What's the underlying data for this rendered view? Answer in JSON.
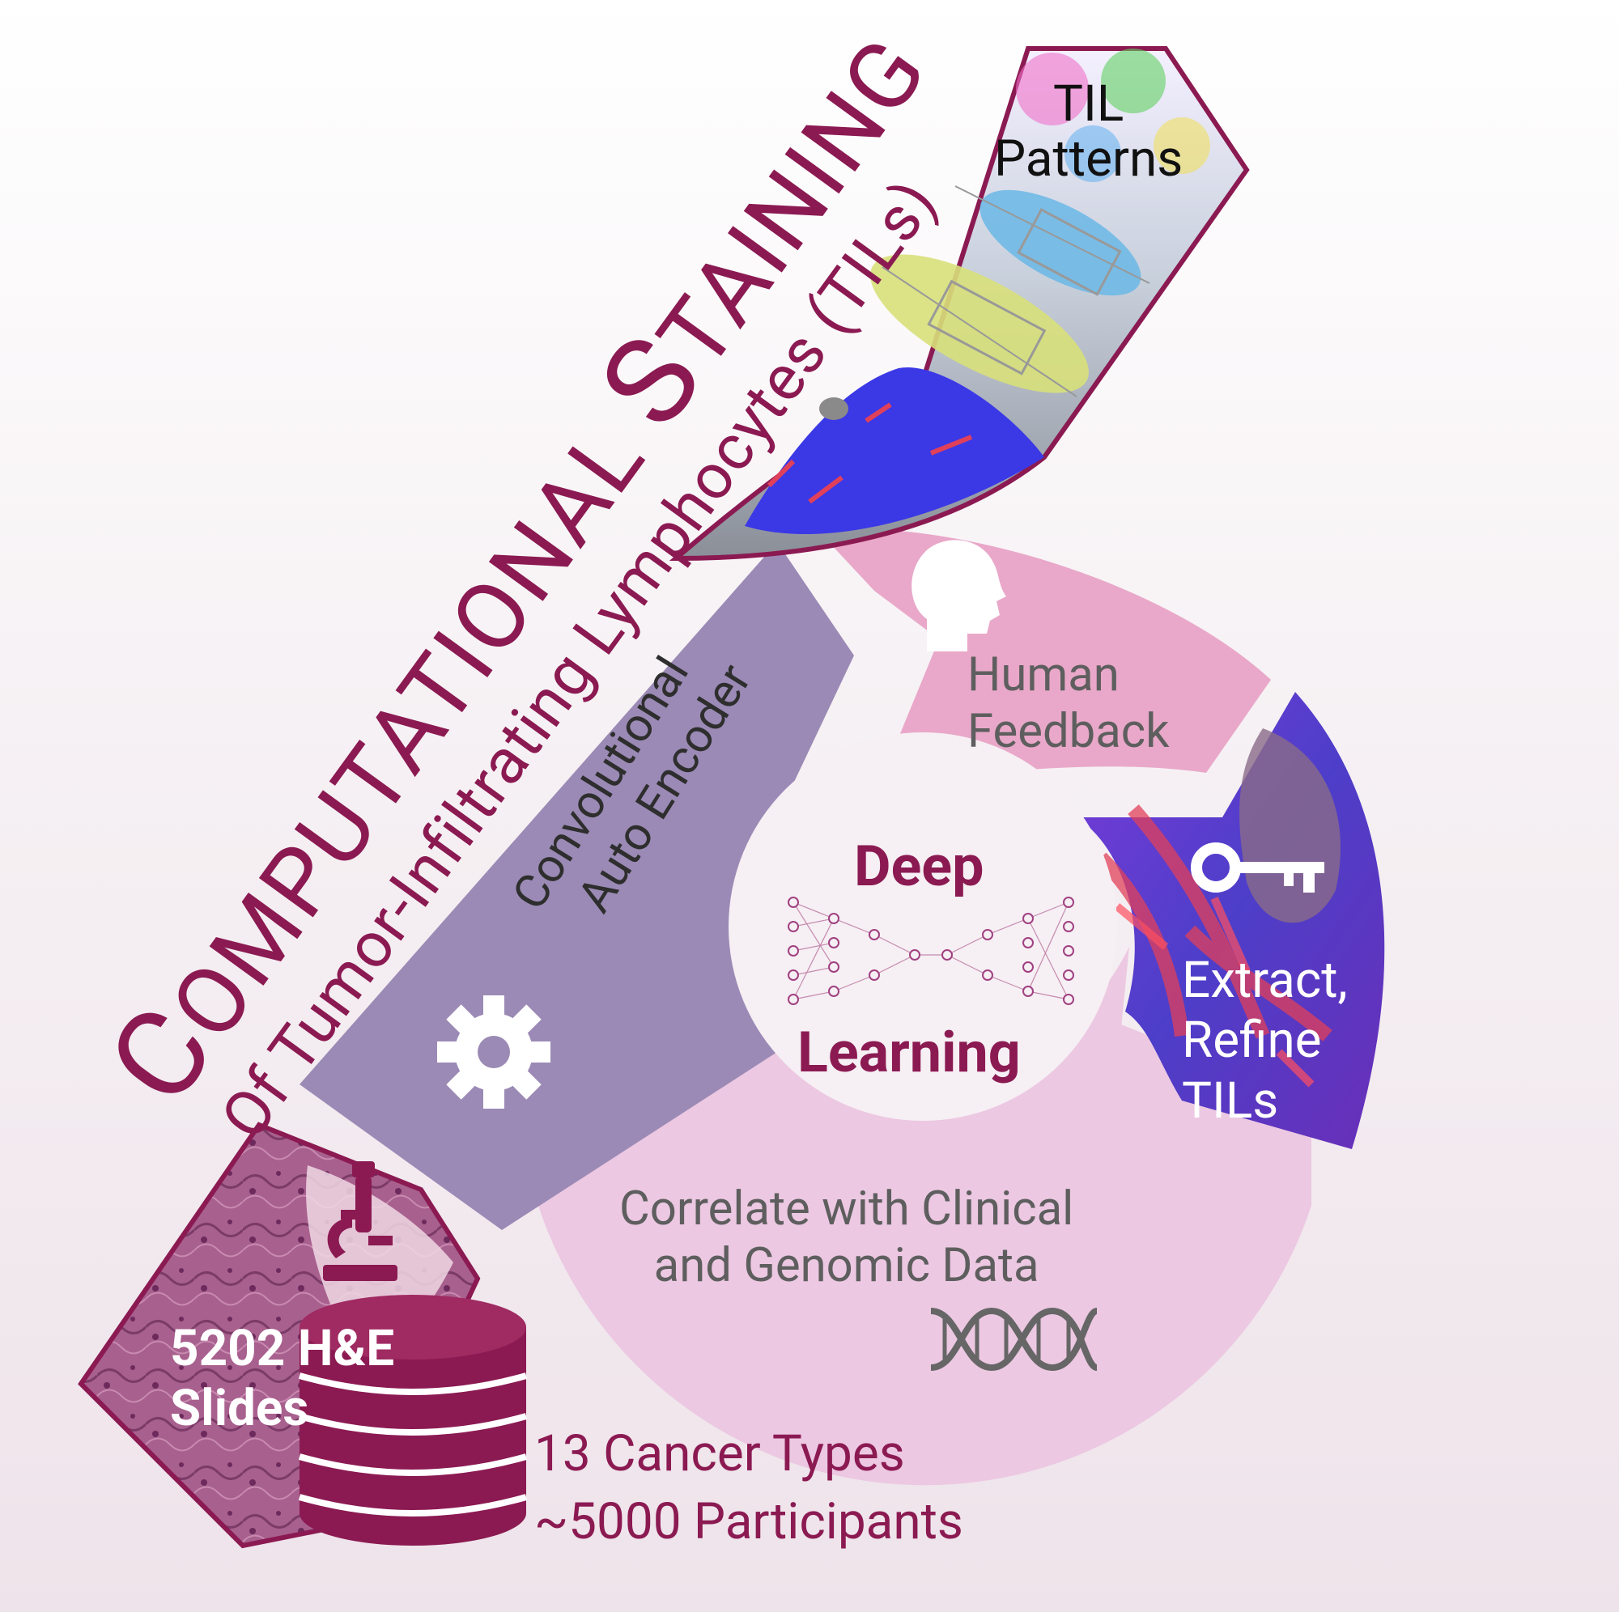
{
  "title": {
    "word1_initial": "C",
    "word1_rest": "OMPUTATIONAL",
    "word2_initial": "S",
    "word2_rest": "TAINING",
    "subtitle": "Of Tumor-Infiltrating Lymphocytes (TILs)"
  },
  "til_patterns": {
    "line1": "TIL",
    "line2": "Patterns"
  },
  "encoder": {
    "line1": "Convolutional",
    "line2": "Auto Encoder"
  },
  "human_feedback": {
    "line1": "Human",
    "line2": "Feedback"
  },
  "extract": {
    "line1": "Extract,",
    "line2": "Refine",
    "line3": "TILs"
  },
  "center": {
    "line1": "Deep",
    "line2": "Learning"
  },
  "correlate": {
    "line1": "Correlate with Clinical",
    "line2": "and Genomic Data"
  },
  "slides": {
    "line1": "5202 H&E",
    "line2": "Slides"
  },
  "dataset": {
    "line1": "13 Cancer Types",
    "line2": "~5000 Participants"
  },
  "colors": {
    "plum": "#8b1a52",
    "lavender": "#9b8ab5",
    "pink_light": "#ecc8e2",
    "pink_mid": "#e9a8c9",
    "tissue_blue": "#5a3fd0",
    "text_gray": "#5e5e5e"
  },
  "icons": [
    "head-silhouette-icon",
    "key-icon",
    "gear-icon",
    "microscope-icon",
    "dna-icon",
    "neural-network-icon",
    "database-stack-icon"
  ]
}
